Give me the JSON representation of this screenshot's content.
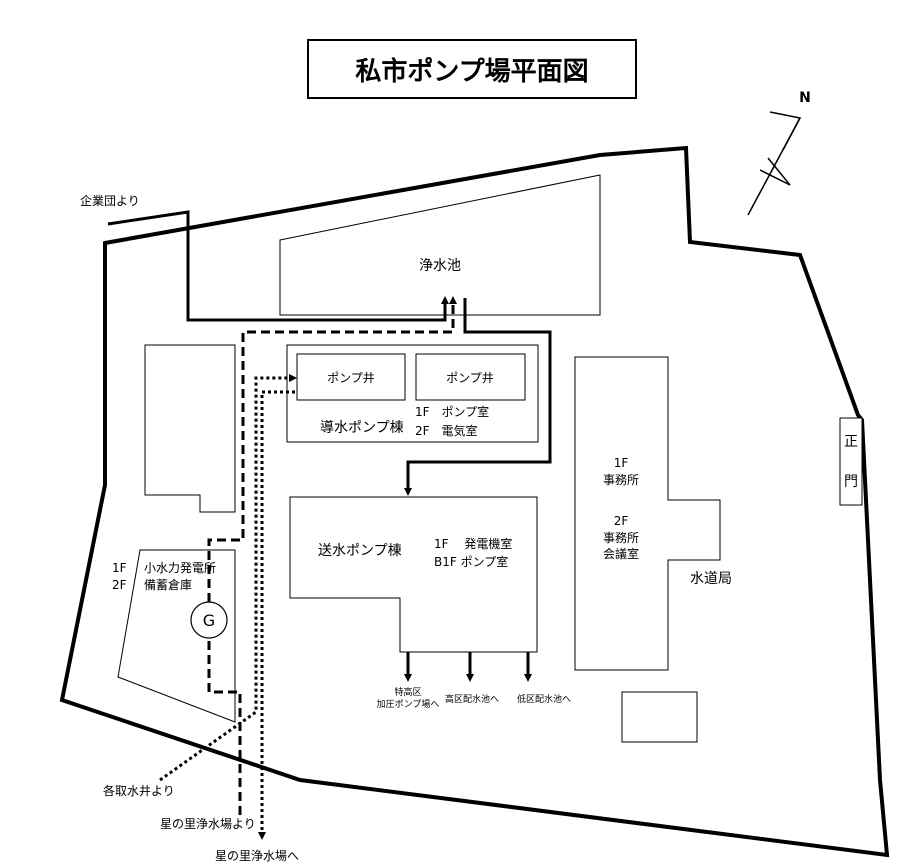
{
  "title": "私市ポンプ場平面図",
  "north": "N",
  "labels": {
    "from_kigyodan": "企業団より",
    "josuichi": "浄水池",
    "pump_well_1": "ポンプ井",
    "pump_well_2": "ポンプ井",
    "dousui_building": "導水ポンプ棟",
    "dousui_1f": "1F　ポンプ室",
    "dousui_2f": "2F　電気室",
    "sousui_building": "送水ポンプ棟",
    "sousui_1f": "1F　 発電機室",
    "sousui_b1f": "B1F  ポンプ室",
    "hydro_1f": "1F",
    "hydro_2f": "2F",
    "hydro_name": "小水力発電所",
    "hydro_storage": "備蓄倉庫",
    "generator": "G",
    "office_1f": "1F",
    "office_1f_room": "事務所",
    "office_2f": "2F",
    "office_2f_room1": "事務所",
    "office_2f_room2": "会議室",
    "suidokyoku": "水道局",
    "main_gate_1": "正",
    "main_gate_2": "門",
    "to_tokkouku_1": "特高区",
    "to_tokkouku_2": "加圧ポンプ場へ",
    "to_kouku": "高区配水池へ",
    "to_teiku": "低区配水池へ",
    "from_wells": "各取水井より",
    "from_hoshinosato": "星の里浄水場より",
    "to_hoshinosato": "星の里浄水場へ"
  }
}
